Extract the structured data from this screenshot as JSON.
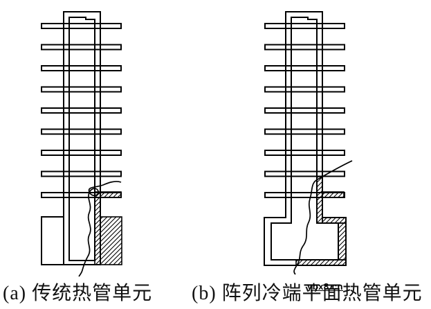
{
  "page": {
    "background": "#ffffff"
  },
  "colors": {
    "line": "#000000",
    "background": "#ffffff",
    "text": "#111111"
  },
  "figure": {
    "type": "technical-diagram",
    "subject": "heat pipe units with stacked fins, condenser blocks drawn with section hatching and hand-drawn leader squiggles",
    "diagrams": [
      {
        "id": "a",
        "caption": "(a) 传统热管单元",
        "fin_count": 9,
        "features": [
          "finned vertical heat pipe",
          "hatched condenser block on right",
          "plain block on left",
          "wavy annotation line inside pipe"
        ]
      },
      {
        "id": "b",
        "caption": "(b) 阵列冷端平面热管单元",
        "fin_count": 9,
        "features": [
          "finned vertical heat pipe",
          "flared hatched cold-end container at bottom",
          "diagonal leader line with wavy tail"
        ]
      }
    ],
    "watermark": "ybx8.cn"
  }
}
